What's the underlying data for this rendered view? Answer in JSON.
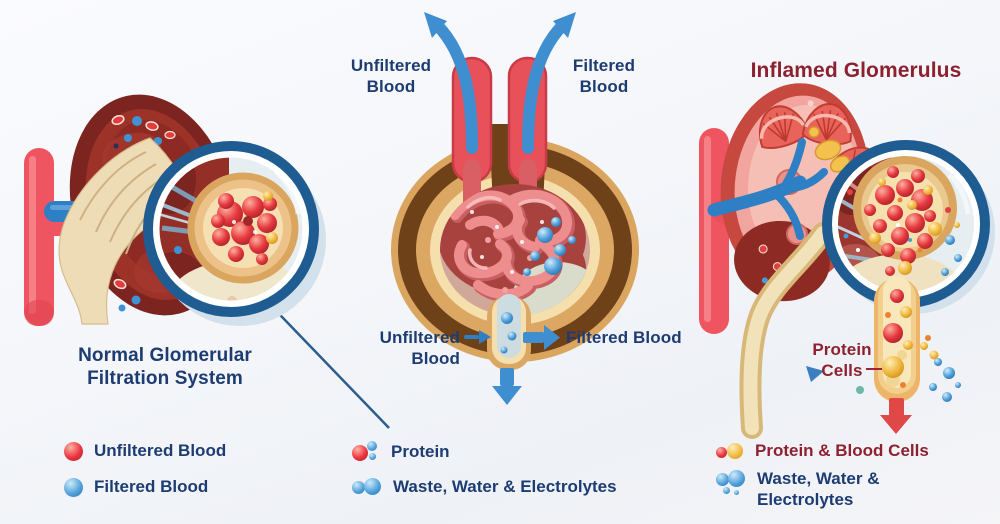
{
  "left_panel": {
    "title_line1": "Normal Glomerular",
    "title_line2": "Filtration System"
  },
  "middle_panel": {
    "top_left_line1": "Unfiltered",
    "top_left_line2": "Blood",
    "top_right_line1": "Filtered",
    "top_right_line2": "Blood",
    "bottom_left": "Unfiltered Blood",
    "bottom_right": "Filtered Blood"
  },
  "right_panel": {
    "title": "Inflamed Glomerulus",
    "protein_line1": "Protein",
    "protein_line2": "Cells"
  },
  "legend": {
    "unfiltered_blood": "Unfiltered Blood",
    "filtered_blood": "Filtered Blood",
    "protein": "Protein",
    "waste_mid": "Waste, Water & Electrolytes",
    "protein_blood_cells": "Protein & Blood Cells",
    "waste_right": "Waste, Water & Electrolytes"
  },
  "colors": {
    "navy_text": "#1d3c72",
    "maroon_text": "#8e2130",
    "arrow_blue": "#3f8ed0",
    "artery_red": "#ef5560",
    "vein_blue": "#2f7fc4",
    "capsule_brown": "#6f4119",
    "capsule_tan": "#dba763",
    "capsule_cream": "#f5e0ad",
    "magnifier_ring": "#1f5c92",
    "kidney_dark": "#7c241f",
    "kidney_pink": "#f2a49e"
  }
}
